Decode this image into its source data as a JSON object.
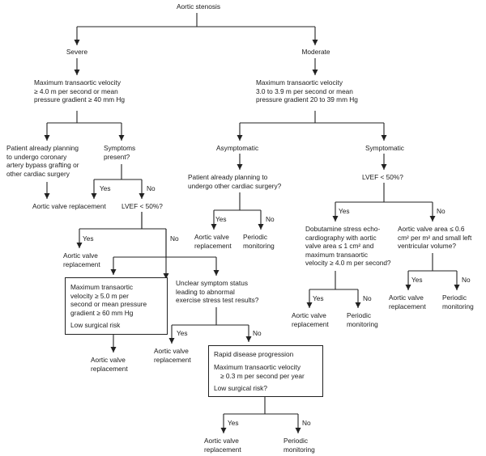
{
  "root": "Aortic stenosis",
  "severe": {
    "label": "Severe",
    "criteria": [
      "Maximum transaortic velocity",
      "≥ 4.0 m per second or mean",
      "pressure gradient ≥ 40 mm Hg"
    ],
    "planning_cabg": [
      "Patient already planning",
      "to undergo coronary",
      "artery bypass grafting or",
      "other cardiac surgery"
    ],
    "symptoms_q": [
      "Symptoms",
      "present?"
    ],
    "yes": "Yes",
    "no": "No",
    "avr": "Aortic valve replacement",
    "lvef_q": "LVEF < 50%?",
    "lvef_yes": "Yes",
    "lvef_no": "No",
    "lvef_avr": [
      "Aortic valve",
      "replacement"
    ],
    "box1": [
      "Maximum transaortic",
      "velocity ≥ 5.0 m per",
      "second or mean pressure",
      "gradient ≥ 60 mm Hg"
    ],
    "box1_risk": "Low surgical risk",
    "box1_avr": [
      "Aortic valve",
      "replacement"
    ],
    "unclear_q": [
      "Unclear symptom status",
      "leading to abnormal",
      "exercise stress test results?"
    ],
    "unclear_yes": "Yes",
    "unclear_no": "No",
    "unclear_avr": [
      "Aortic valve",
      "replacement"
    ],
    "box2_title": "Rapid disease progression",
    "box2_criteria": [
      "Maximum transaortic velocity",
      "≥ 0.3 m per second per year"
    ],
    "box2_risk": "Low surgical risk?",
    "box2_yes": "Yes",
    "box2_no": "No",
    "box2_avr": [
      "Aortic valve",
      "replacement"
    ],
    "box2_monitor": [
      "Periodic",
      "monitoring"
    ]
  },
  "moderate": {
    "label": "Moderate",
    "criteria": [
      "Maximum transaortic velocity",
      "3.0 to 3.9 m per second or mean",
      "pressure gradient 20 to 39 mm Hg"
    ],
    "asymptomatic": "Asymptomatic",
    "symptomatic": "Symptomatic",
    "other_surgery_q": [
      "Patient already planning to",
      "undergo other cardiac surgery?"
    ],
    "asym_yes": "Yes",
    "asym_no": "No",
    "asym_avr": [
      "Aortic valve",
      "replacement"
    ],
    "asym_monitor": [
      "Periodic",
      "monitoring"
    ],
    "lvef_q": "LVEF < 50%?",
    "lvef_yes": "Yes",
    "lvef_no": "No",
    "dobutamine": [
      "Dobutamine stress echo-",
      "cardiography with aortic",
      "valve area ≤ 1 cm² and",
      "maximum transaortic",
      "velocity ≥ 4.0 m per second?"
    ],
    "dob_yes": "Yes",
    "dob_no": "No",
    "dob_avr": [
      "Aortic valve",
      "replacement"
    ],
    "dob_monitor": [
      "Periodic",
      "monitoring"
    ],
    "valve_area_q": [
      "Aortic valve area ≤ 0.6",
      "cm² per m² and small left",
      "ventricular volume?"
    ],
    "va_yes": "Yes",
    "va_no": "No",
    "va_avr": [
      "Aortic valve",
      "replacement"
    ],
    "va_monitor": [
      "Periodic",
      "monitoring"
    ]
  }
}
